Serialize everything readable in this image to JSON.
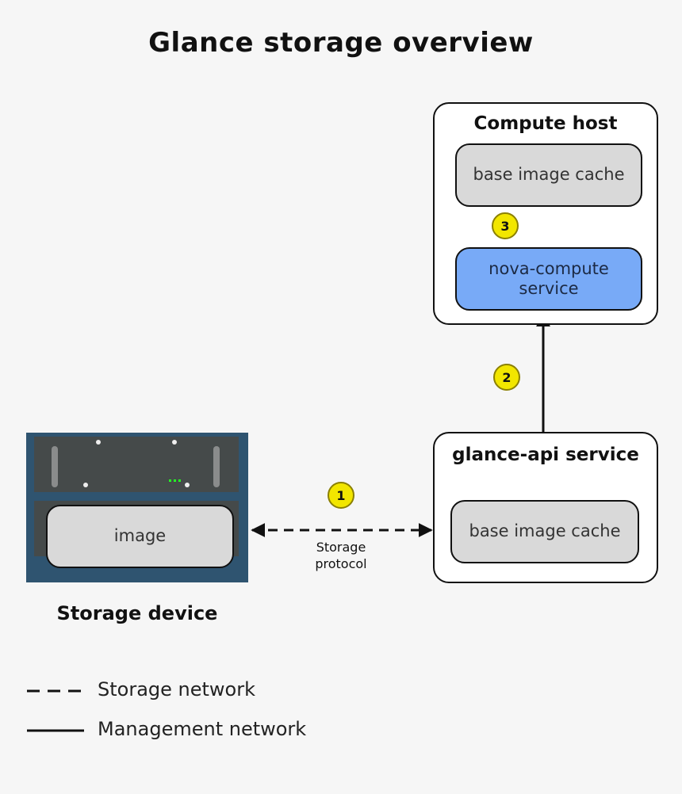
{
  "title": "Glance storage overview",
  "compute_host": {
    "title": "Compute host",
    "cache_label": "base image cache",
    "nova_line1": "nova-compute",
    "nova_line2": "service"
  },
  "glance_api": {
    "title": "glance-api service",
    "cache_label": "base image cache"
  },
  "storage_device": {
    "label": "Storage device",
    "image_label": "image"
  },
  "steps": [
    "1",
    "2",
    "3"
  ],
  "connection_label": {
    "line1": "Storage",
    "line2": "protocol"
  },
  "legend": {
    "storage_network": "Storage network",
    "management_network": "Management network"
  },
  "colors": {
    "nova_service": "#78aaf7",
    "cache": "#d9d9d9",
    "step_badge": "#f2e600",
    "device_frame": "#2f5470",
    "device_panel": "#454a4a"
  }
}
